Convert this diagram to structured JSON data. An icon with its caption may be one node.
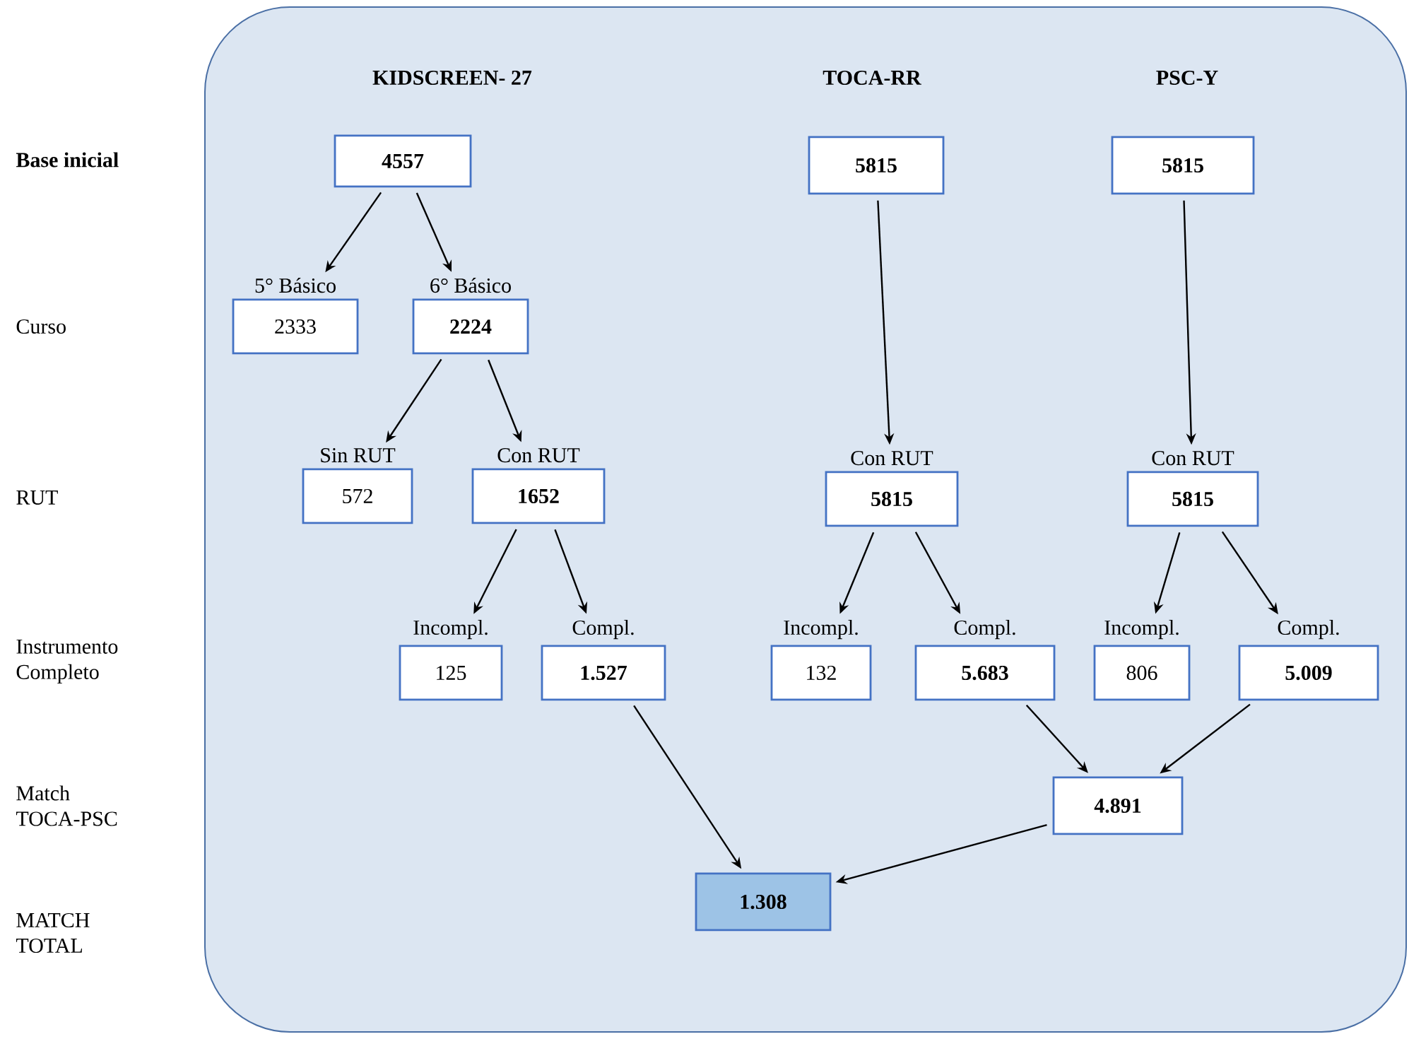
{
  "diagram": {
    "nodes": [
      {
        "text": [],
        "shape": "box"
      },
      {
        "text": [
          "4557"
        ],
        "in": 0
      },
      {
        "text": [
          "5° Básico",
          "2333"
        ],
        "in": 0
      },
      {
        "text": [
          "6° Básico",
          "2224"
        ],
        "in": 0
      },
      {
        "text": [
          "Sin RUT",
          "572"
        ],
        "in": 0
      },
      {
        "text": [
          "Con RUT",
          "1652"
        ],
        "in": 0
      },
      {
        "text": [
          "Incompl.",
          "125"
        ],
        "in": 0
      },
      {
        "text": [
          "Compl.",
          "1.527"
        ],
        "in": 0
      },
      {
        "text": [
          "5815"
        ],
        "in": 0
      },
      {
        "text": [
          "Con RUT",
          "5815"
        ],
        "in": 0
      },
      {
        "text": [
          "Incompl.",
          "132"
        ],
        "in": 0
      },
      {
        "text": [
          "Compl.",
          "5.683"
        ],
        "in": 0
      },
      {
        "text": [
          "5815"
        ],
        "in": 0
      },
      {
        "text": [
          "Con RUT",
          "5815"
        ],
        "in": 0
      },
      {
        "text": [
          "Incompl.",
          "806"
        ],
        "in": 0
      },
      {
        "text": [
          "Compl.",
          "5.009"
        ],
        "in": 0
      },
      {
        "text": [
          "4.891"
        ],
        "in": 0
      },
      {
        "text": [
          "1.308"
        ],
        "in": 0
      }
    ],
    "edges": [
      {
        "from": 1,
        "to": 2,
        "arrow": "to"
      },
      {
        "from": 1,
        "to": 3,
        "arrow": "to"
      },
      {
        "from": 3,
        "to": 4,
        "arrow": "to"
      },
      {
        "from": 3,
        "to": 5,
        "arrow": "to"
      },
      {
        "from": 5,
        "to": 6,
        "arrow": "to"
      },
      {
        "from": 5,
        "to": 7,
        "arrow": "to"
      },
      {
        "from": 8,
        "to": 9,
        "arrow": "to"
      },
      {
        "from": 9,
        "to": 10,
        "arrow": "to"
      },
      {
        "from": 9,
        "to": 11,
        "arrow": "to"
      },
      {
        "from": 12,
        "to": 13,
        "arrow": "to"
      },
      {
        "from": 13,
        "to": 14,
        "arrow": "to"
      },
      {
        "from": 13,
        "to": 15,
        "arrow": "to"
      },
      {
        "from": 11,
        "to": 16,
        "arrow": "to"
      },
      {
        "from": 15,
        "to": 16,
        "arrow": "to"
      },
      {
        "from": 7,
        "to": 17,
        "arrow": "to"
      },
      {
        "from": 16,
        "to": 17,
        "arrow": "to"
      }
    ],
    "labels": [
      "KIDSCREEN- 27",
      "TOCA-RR",
      "PSC-Y",
      "Base inicial",
      "Curso",
      "RUT",
      "Instrumento Completo",
      "Match TOCA-PSC",
      "MATCH TOTAL"
    ]
  }
}
